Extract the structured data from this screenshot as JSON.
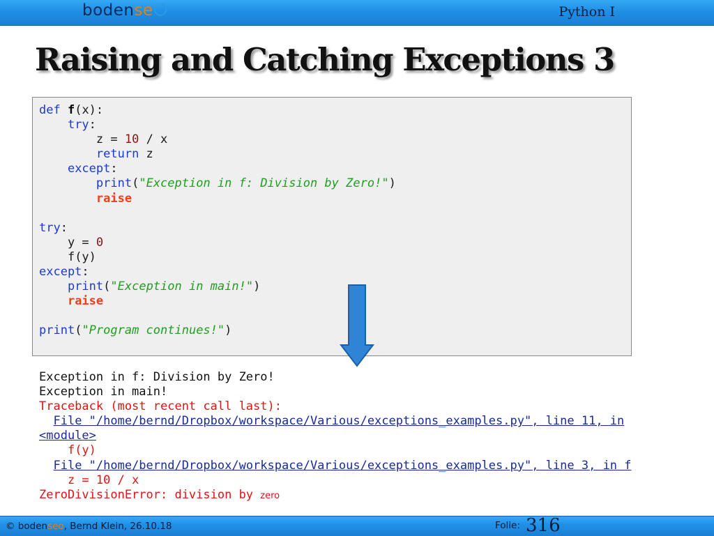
{
  "header": {
    "logo_main": "boden",
    "logo_accent": "se",
    "course": "Python I"
  },
  "slide": {
    "title": "Raising and Catching Exceptions 3"
  },
  "code": {
    "l1_def": "def ",
    "l1_fn": "f",
    "l1_rest": "(x):",
    "l2_try": "try",
    "l2_colon": ":",
    "l3_a": "z = ",
    "l3_num": "10",
    "l3_b": " / x",
    "l4_return": "return",
    "l4_rest": " z",
    "l5_except": "except",
    "l5_colon": ":",
    "l6_print": "print",
    "l6_open": "(",
    "l6_str": "\"Exception in f: Division by Zero!\"",
    "l6_close": ")",
    "l7_raise": "raise",
    "l9_try": "try",
    "l9_colon": ":",
    "l10_a": "y = ",
    "l10_num": "0",
    "l11": "f(y)",
    "l12_except": "except",
    "l12_colon": ":",
    "l13_print": "print",
    "l13_open": "(",
    "l13_str": "\"Exception in main!\"",
    "l13_close": ")",
    "l14_raise": "raise",
    "l16_print": "print",
    "l16_open": "(",
    "l16_str": "\"Program continues!\"",
    "l16_close": ")"
  },
  "output": {
    "o1": "Exception in f: Division by Zero!",
    "o2": "Exception in main!",
    "o3": "Traceback (most recent call last):",
    "o4": "File \"/home/bernd/Dropbox/workspace/Various/exceptions_examples.py\", line 11, in",
    "o5": "<module>",
    "o6": "f(y)",
    "o7": "File \"/home/bernd/Dropbox/workspace/Various/exceptions_examples.py\", line 3, in f",
    "o8": "z = 10 / x",
    "o9a": "ZeroDivisionError: division by ",
    "o9b": "zero"
  },
  "footer": {
    "copyright": "© ",
    "brand_main": "boden",
    "brand_accent": "seo",
    "author_date": ", Bernd Klein, 26.10.18",
    "folie_label": "Folie:",
    "slide_number": "316"
  },
  "colors": {
    "bar_blue": "#1f8fe6",
    "keyword": "#1a3ad6",
    "string": "#1ea01e",
    "raise": "#f0401a",
    "error_red": "#e31212",
    "accent_orange": "#ef7d00",
    "arrow_blue": "#2f84d6"
  },
  "icons": {
    "arrow": "down-arrow-icon"
  }
}
